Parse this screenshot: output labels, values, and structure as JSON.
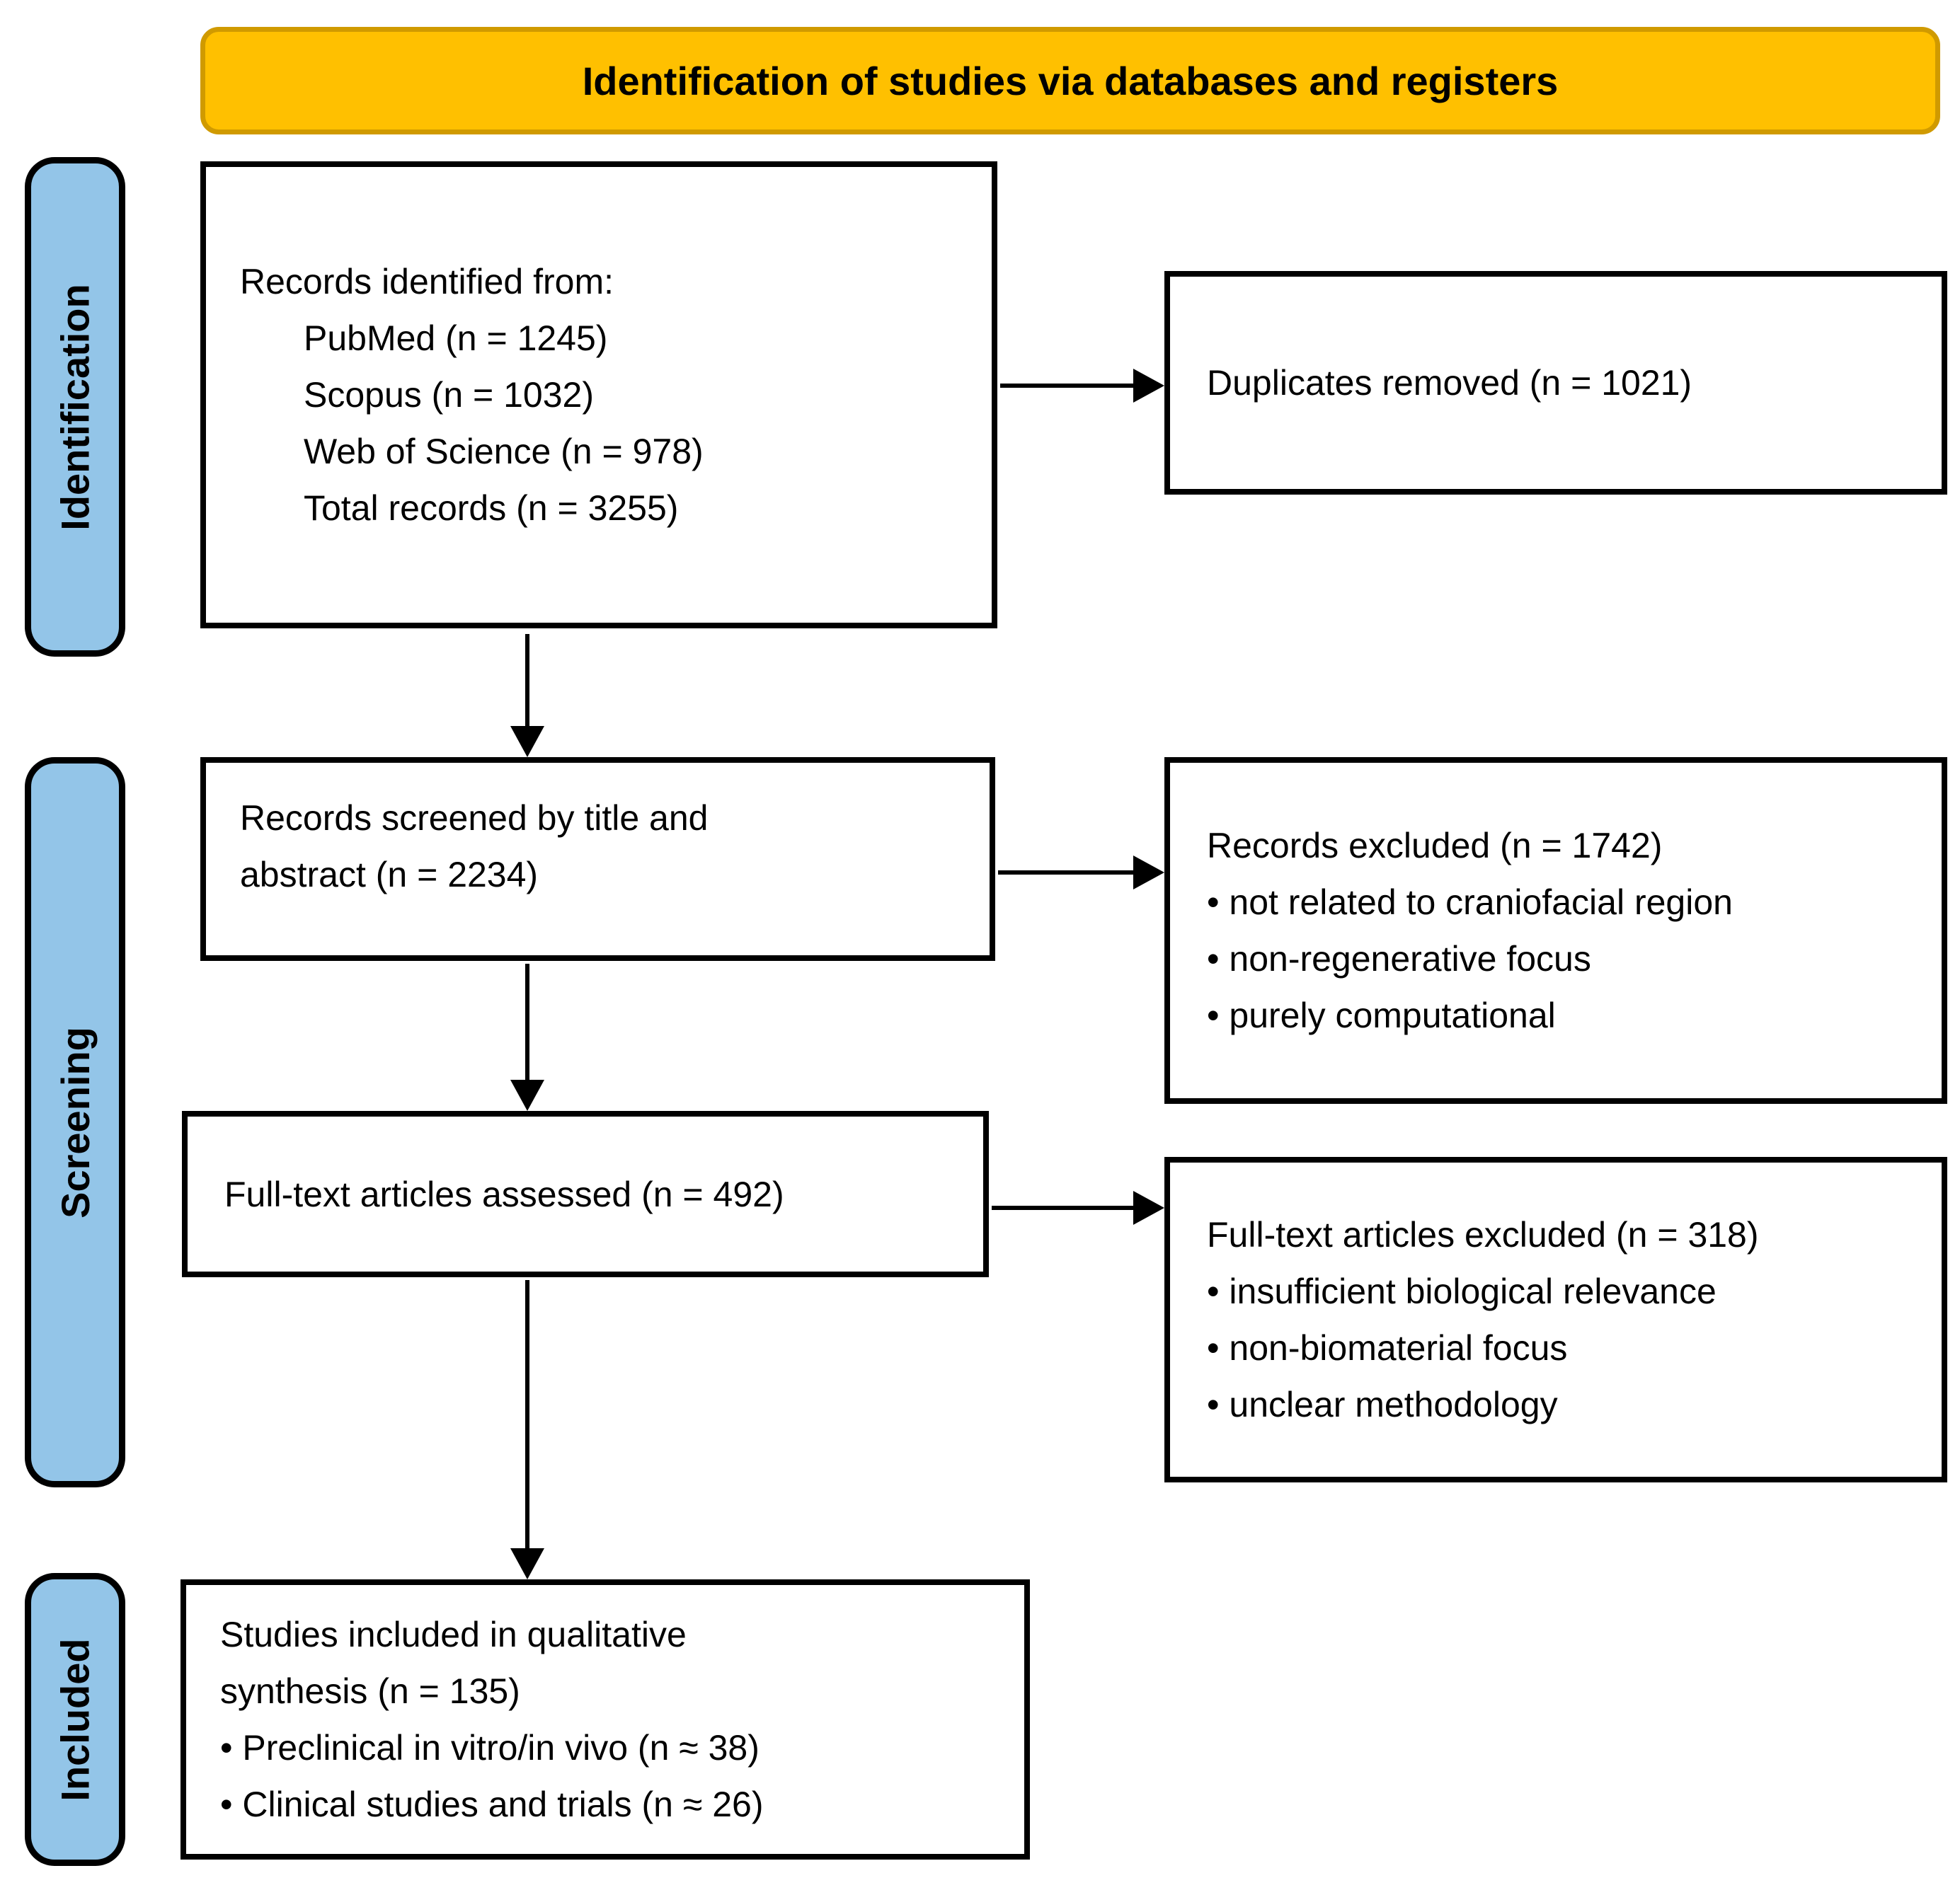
{
  "banner": {
    "title": "Identification of studies via databases and registers",
    "fill": "#FFC000",
    "border": "#D09A00"
  },
  "sidebar": {
    "fill": "#93C5E8",
    "identification": "Identification",
    "screening": "Screening",
    "included": "Included"
  },
  "flow": {
    "records_identified": {
      "title": "Records identified from:",
      "sources": [
        "PubMed (n = 1245)",
        "Scopus (n = 1032)",
        "Web of Science (n = 978)",
        "Total records (n = 3255)"
      ]
    },
    "duplicates_removed": {
      "text": "Duplicates removed (n = 1021)"
    },
    "records_screened": {
      "lines": [
        "Records screened by title and",
        "abstract (n = 2234)"
      ]
    },
    "records_excluded": {
      "title": "Records excluded (n = 1742)",
      "bullets": [
        "• not related to craniofacial region",
        "• non-regenerative focus",
        "• purely computational"
      ]
    },
    "fulltext_assessed": {
      "text": "Full-text articles assessed (n = 492)"
    },
    "fulltext_excluded": {
      "title": "Full-text articles excluded (n = 318)",
      "bullets": [
        "• insufficient biological relevance",
        "• non-biomaterial focus",
        "• unclear methodology"
      ]
    },
    "studies_included": {
      "title_lines": [
        "Studies included in qualitative",
        "synthesis (n = 135)"
      ],
      "bullets": [
        "• Preclinical in vitro/in vivo (n ≈ 38)",
        "• Clinical studies and trials (n ≈ 26)"
      ]
    }
  }
}
